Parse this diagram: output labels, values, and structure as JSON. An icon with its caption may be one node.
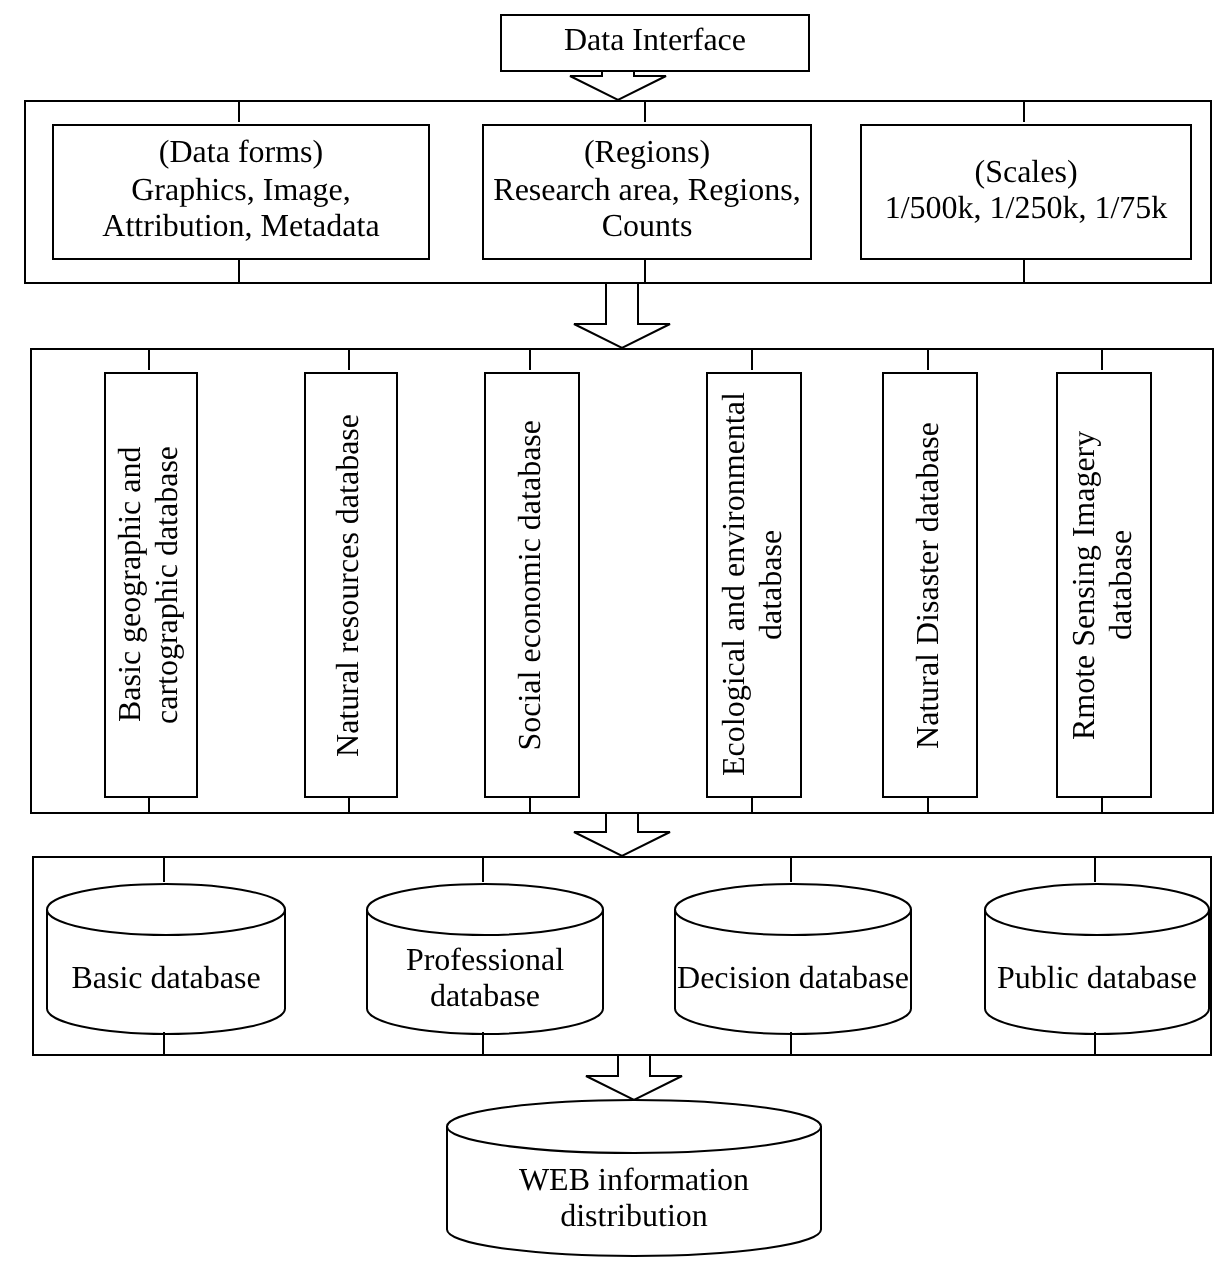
{
  "diagram": {
    "nodes": [
      {
        "text": [
          "Data Interface"
        ]
      },
      {
        "text": [],
        "shape": "box"
      },
      {
        "text": [
          "(Data forms)",
          "Graphics, Image, Attribution, Metadata"
        ],
        "in": 1
      },
      {
        "text": [
          "(Regions)",
          "Research area, Regions, Counts"
        ],
        "in": 1
      },
      {
        "text": [
          "(Scales)",
          "1/500k, 1/250k, 1/75k"
        ],
        "in": 1
      },
      {
        "text": [],
        "shape": "box"
      },
      {
        "text": [
          "Basic geographic and cartographic database"
        ],
        "in": 5
      },
      {
        "text": [
          "Natural resources database"
        ],
        "in": 5
      },
      {
        "text": [
          "Social economic database"
        ],
        "in": 5
      },
      {
        "text": [
          "Ecological and environmental database"
        ],
        "in": 5
      },
      {
        "text": [
          "Natural Disaster database"
        ],
        "in": 5
      },
      {
        "text": [
          "Rmote Sensing Imagery database"
        ],
        "in": 5
      },
      {
        "text": [],
        "shape": "box"
      },
      {
        "text": [
          "Basic database"
        ],
        "in": 12
      },
      {
        "text": [
          "Professional database"
        ],
        "in": 12
      },
      {
        "text": [
          "Decision database"
        ],
        "in": 12
      },
      {
        "text": [
          "Public database"
        ],
        "in": 12
      },
      {
        "text": [
          "WEB information distribution"
        ]
      }
    ],
    "edges": [
      {
        "from": 0,
        "to": 1,
        "arrow": "to"
      },
      {
        "from": 1,
        "to": 2,
        "arrow": "none"
      },
      {
        "from": 2,
        "to": 1,
        "arrow": "none"
      },
      {
        "from": 1,
        "to": 3,
        "arrow": "none"
      },
      {
        "from": 3,
        "to": 1,
        "arrow": "none"
      },
      {
        "from": 1,
        "to": 4,
        "arrow": "none"
      },
      {
        "from": 4,
        "to": 1,
        "arrow": "none"
      },
      {
        "from": 1,
        "to": 5,
        "arrow": "to"
      },
      {
        "from": 5,
        "to": 6,
        "arrow": "none"
      },
      {
        "from": 6,
        "to": 5,
        "arrow": "none"
      },
      {
        "from": 5,
        "to": 7,
        "arrow": "none"
      },
      {
        "from": 7,
        "to": 5,
        "arrow": "none"
      },
      {
        "from": 5,
        "to": 8,
        "arrow": "none"
      },
      {
        "from": 8,
        "to": 5,
        "arrow": "none"
      },
      {
        "from": 5,
        "to": 9,
        "arrow": "none"
      },
      {
        "from": 9,
        "to": 5,
        "arrow": "none"
      },
      {
        "from": 5,
        "to": 10,
        "arrow": "none"
      },
      {
        "from": 10,
        "to": 5,
        "arrow": "none"
      },
      {
        "from": 5,
        "to": 11,
        "arrow": "none"
      },
      {
        "from": 11,
        "to": 5,
        "arrow": "none"
      },
      {
        "from": 5,
        "to": 12,
        "arrow": "to"
      },
      {
        "from": 12,
        "to": 13,
        "arrow": "none"
      },
      {
        "from": 13,
        "to": 12,
        "arrow": "none"
      },
      {
        "from": 12,
        "to": 14,
        "arrow": "none"
      },
      {
        "from": 14,
        "to": 12,
        "arrow": "none"
      },
      {
        "from": 12,
        "to": 15,
        "arrow": "none"
      },
      {
        "from": 15,
        "to": 12,
        "arrow": "none"
      },
      {
        "from": 12,
        "to": 16,
        "arrow": "none"
      },
      {
        "from": 16,
        "to": 12,
        "arrow": "none"
      },
      {
        "from": 12,
        "to": 17,
        "arrow": "to"
      }
    ]
  }
}
